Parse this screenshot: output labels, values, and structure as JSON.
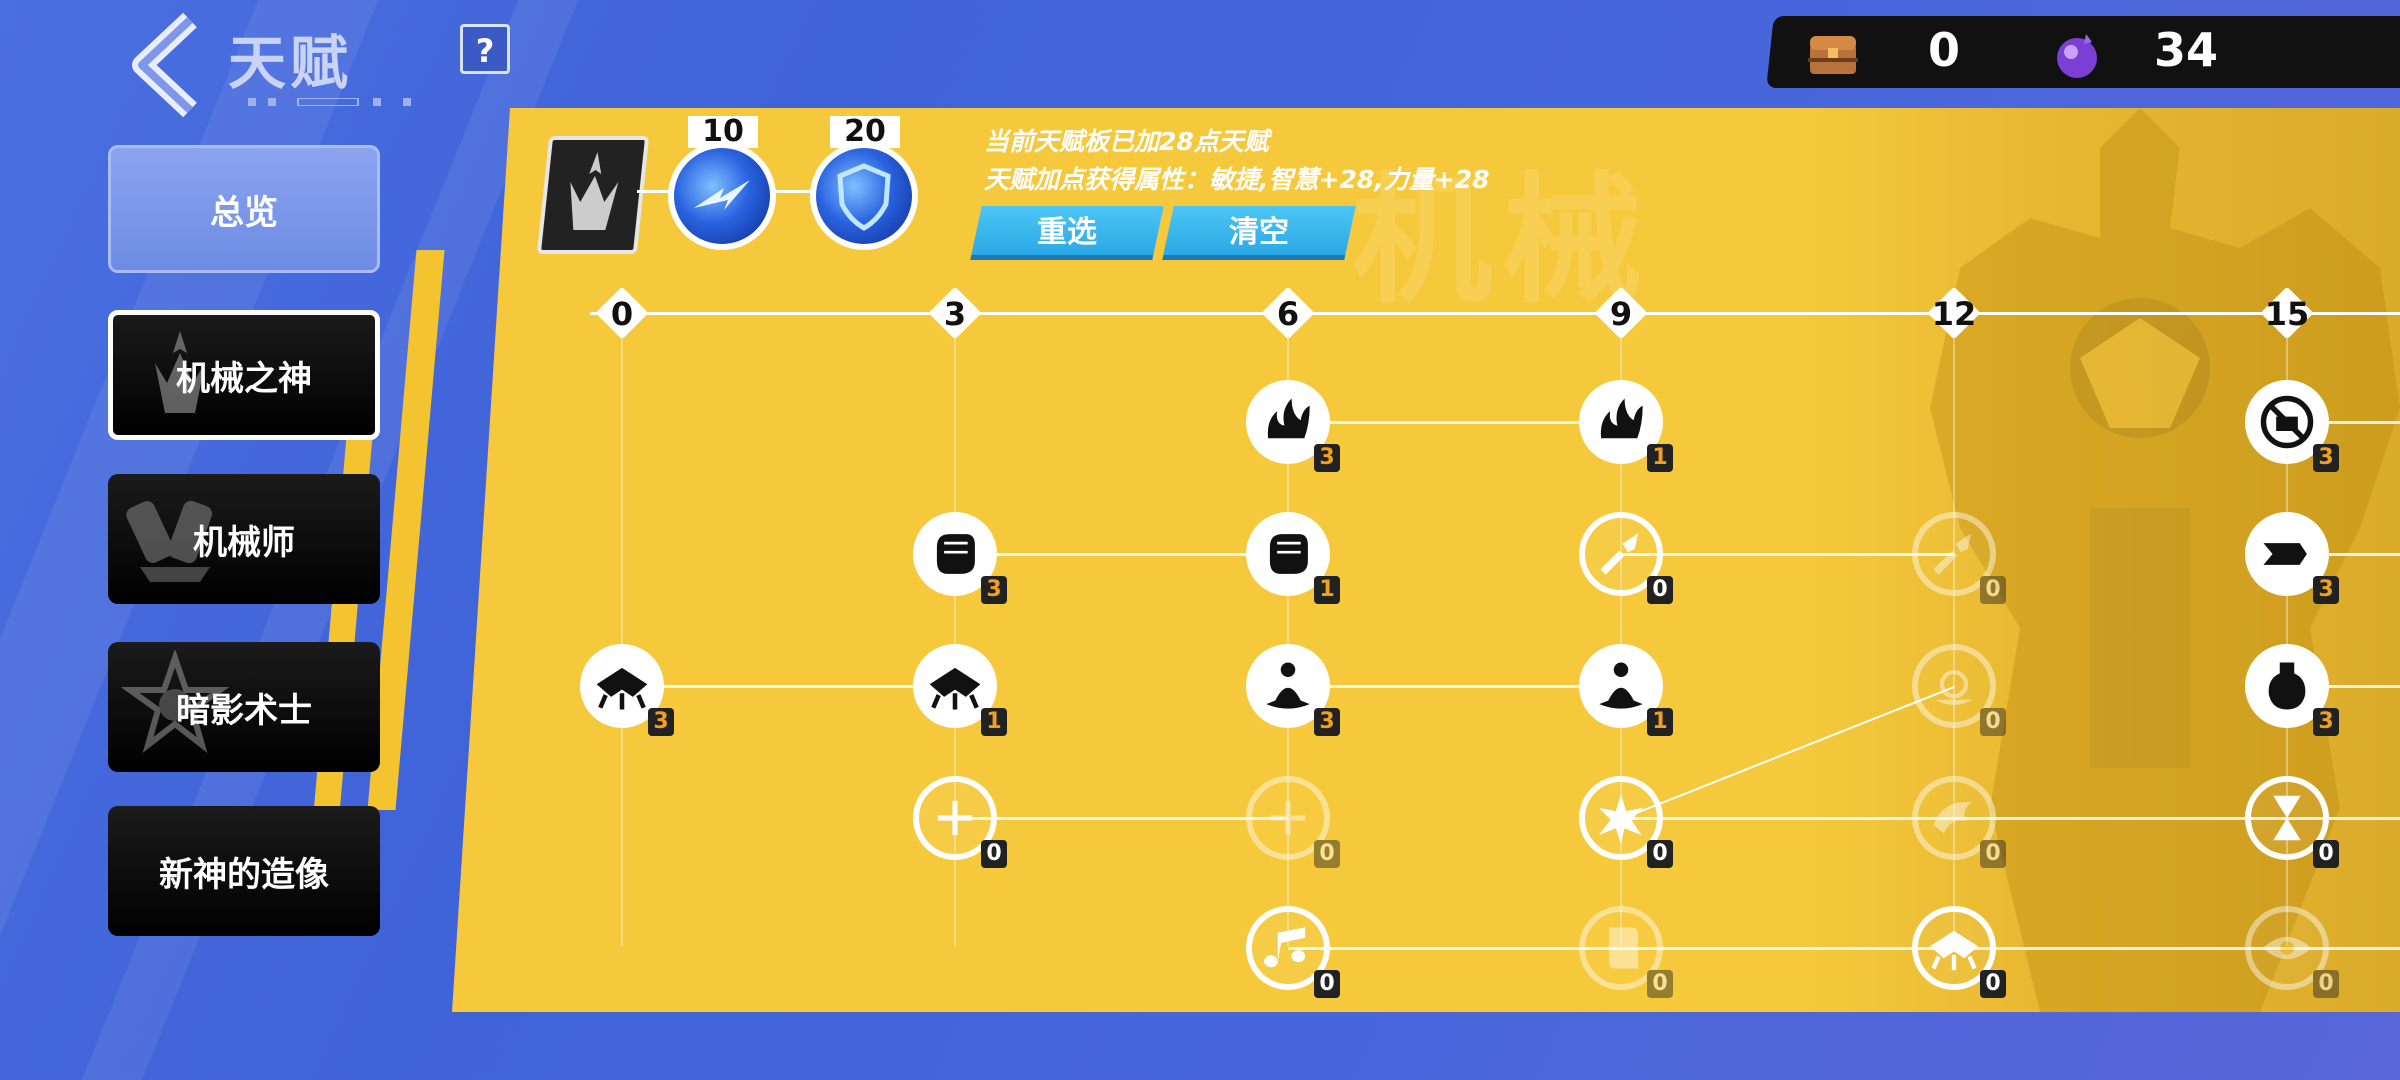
{
  "header": {
    "title": "天赋",
    "help_label": "?"
  },
  "currency": [
    {
      "icon": "treasure-chest-icon",
      "value": "0"
    },
    {
      "icon": "purple-crystal-icon",
      "value": "34"
    }
  ],
  "sidebar": {
    "overview_label": "总览",
    "items": [
      {
        "label": "机械之神",
        "icon": "trident-crown-icon",
        "active": true
      },
      {
        "label": "机械师",
        "icon": "cannon-icon",
        "active": false
      },
      {
        "label": "暗影术士",
        "icon": "shadow-star-icon",
        "active": false
      },
      {
        "label": "新神的造像",
        "icon": "",
        "active": false
      }
    ]
  },
  "board": {
    "skill_orbs": [
      {
        "level": "10",
        "icon": "lightning-hand-icon"
      },
      {
        "level": "20",
        "icon": "shield-icon"
      }
    ],
    "info_line1": "当前天赋板已加28点天赋",
    "info_line2": "天赋加点获得属性：敏捷,智慧+28,力量+28",
    "reset_label": "重选",
    "clear_label": "清空",
    "tiers": [
      "0",
      "3",
      "6",
      "9",
      "12",
      "15"
    ],
    "colors": {
      "board": "#f6c93c",
      "accent_button": "#2ba8e6",
      "count_text": "#f0a020"
    },
    "nodes": [
      {
        "tier": "6",
        "row": 1,
        "icon": "flame-claw-icon",
        "count": "3",
        "state": "on"
      },
      {
        "tier": "9",
        "row": 1,
        "icon": "flame-claw-icon",
        "count": "1",
        "state": "on"
      },
      {
        "tier": "15",
        "row": 1,
        "icon": "forbidden-fist-icon",
        "count": "3",
        "state": "on"
      },
      {
        "tier": "3",
        "row": 2,
        "icon": "fist-icon",
        "count": "3",
        "state": "on"
      },
      {
        "tier": "6",
        "row": 2,
        "icon": "fist-icon",
        "count": "1",
        "state": "on"
      },
      {
        "tier": "9",
        "row": 2,
        "icon": "broken-sword-icon",
        "count": "0",
        "state": "off"
      },
      {
        "tier": "12",
        "row": 2,
        "icon": "broken-sword-icon",
        "count": "0",
        "state": "dim"
      },
      {
        "tier": "15",
        "row": 2,
        "icon": "dash-icon",
        "count": "3",
        "state": "on"
      },
      {
        "tier": "0",
        "row": 3,
        "icon": "gear-trident-icon",
        "count": "3",
        "state": "on"
      },
      {
        "tier": "3",
        "row": 3,
        "icon": "gear-trident-icon",
        "count": "1",
        "state": "on"
      },
      {
        "tier": "6",
        "row": 3,
        "icon": "meditation-icon",
        "count": "3",
        "state": "on"
      },
      {
        "tier": "9",
        "row": 3,
        "icon": "meditation-icon",
        "count": "1",
        "state": "on"
      },
      {
        "tier": "12",
        "row": 3,
        "icon": "hand-orb-icon",
        "count": "0",
        "state": "dim"
      },
      {
        "tier": "15",
        "row": 3,
        "icon": "potion-icon",
        "count": "3",
        "state": "on"
      },
      {
        "tier": "3",
        "row": 4,
        "icon": "chain-icon",
        "count": "0",
        "state": "off"
      },
      {
        "tier": "6",
        "row": 4,
        "icon": "chain-icon",
        "count": "0",
        "state": "dim"
      },
      {
        "tier": "9",
        "row": 4,
        "icon": "explosion-icon",
        "count": "0",
        "state": "off"
      },
      {
        "tier": "12",
        "row": 4,
        "icon": "hand-sweep-icon",
        "count": "0",
        "state": "dim"
      },
      {
        "tier": "15",
        "row": 4,
        "icon": "hourglass-icon",
        "count": "0",
        "state": "off"
      },
      {
        "tier": "6",
        "row": 5,
        "icon": "music-note-icon",
        "count": "0",
        "state": "off"
      },
      {
        "tier": "9",
        "row": 5,
        "icon": "scroll-icon",
        "count": "0",
        "state": "dim"
      },
      {
        "tier": "12",
        "row": 5,
        "icon": "gear-trident-icon",
        "count": "0",
        "state": "off"
      },
      {
        "tier": "15",
        "row": 5,
        "icon": "eye-icon",
        "count": "0",
        "state": "dim"
      }
    ]
  }
}
